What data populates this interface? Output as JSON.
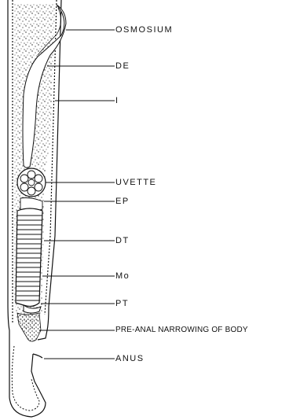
{
  "figure": {
    "labels": [
      {
        "key": "osmosium",
        "text": "OSMOSIUM"
      },
      {
        "key": "de",
        "text": "DE"
      },
      {
        "key": "i",
        "text": "I"
      },
      {
        "key": "uvette",
        "text": "UVETTE"
      },
      {
        "key": "ep",
        "text": "EP"
      },
      {
        "key": "dt",
        "text": "DT"
      },
      {
        "key": "mo",
        "text": "Mo"
      },
      {
        "key": "pt",
        "text": "PT"
      },
      {
        "key": "pre_anal",
        "text": "PRE-ANAL NARROWING OF BODY"
      },
      {
        "key": "anus",
        "text": "ANUS"
      }
    ]
  },
  "colors": {
    "ink": "#111111",
    "background": "#ffffff"
  }
}
